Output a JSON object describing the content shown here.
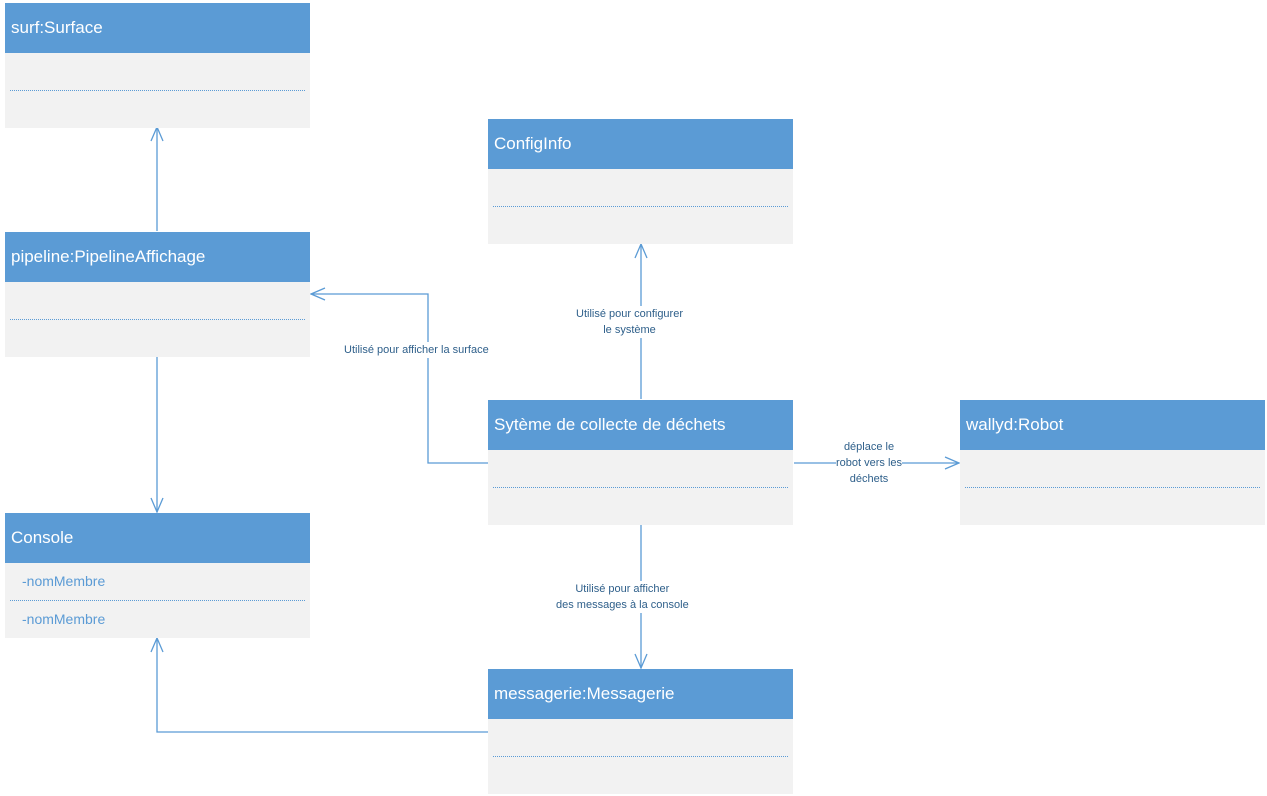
{
  "classes": {
    "surface": {
      "title": "surf:Surface",
      "attributes": "",
      "methods": ""
    },
    "pipeline": {
      "title": "pipeline:PipelineAffichage",
      "attributes": "",
      "methods": ""
    },
    "console": {
      "title": "Console",
      "attributes": "-nomMembre",
      "methods": "-nomMembre"
    },
    "configinfo": {
      "title": "ConfigInfo",
      "attributes": "",
      "methods": ""
    },
    "systeme": {
      "title": "Sytème de collecte de déchets",
      "attributes": "",
      "methods": ""
    },
    "robot": {
      "title": "wallyd:Robot",
      "attributes": "",
      "methods": ""
    },
    "messagerie": {
      "title": "messagerie:Messagerie",
      "attributes": "",
      "methods": ""
    }
  },
  "relations": {
    "systeme_pipeline": {
      "line1": "Utilisé pour afficher la surface"
    },
    "systeme_config": {
      "line1": "Utilisé pour configurer",
      "line2": "le système"
    },
    "systeme_robot": {
      "line1": "déplace le",
      "line2": "robot vers les",
      "line3": "déchets"
    },
    "systeme_messagerie": {
      "line1": "Utilisé pour afficher",
      "line2": "des messages à la console"
    }
  },
  "colors": {
    "header": "#5b9bd5",
    "body": "#f2f2f2",
    "connector": "#5b9bd5",
    "label": "#2e5f8a"
  }
}
